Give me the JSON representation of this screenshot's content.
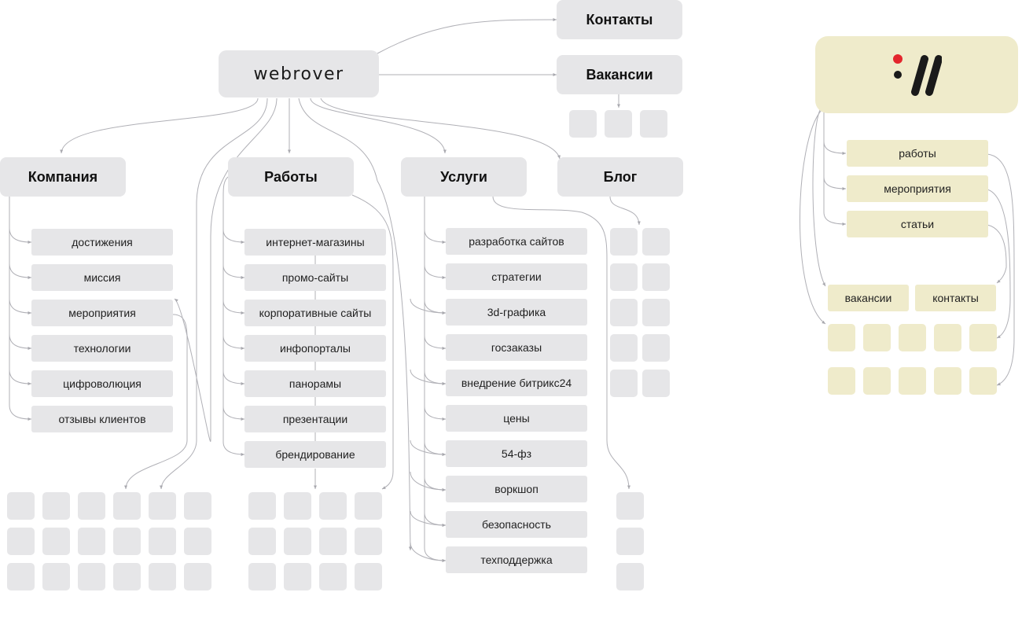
{
  "root": {
    "logo": "webrover"
  },
  "top_right": {
    "contacts": "Контакты",
    "vacancies": "Вакансии"
  },
  "columns": {
    "company": {
      "title": "Компания",
      "items": [
        "достижения",
        "миссия",
        "мероприятия",
        "технологии",
        "цифроволюция",
        "отзывы клиентов"
      ]
    },
    "works": {
      "title": "Работы",
      "items": [
        "интернет-магазины",
        "промо-сайты",
        "корпоративные сайты",
        "инфопорталы",
        "панорамы",
        "презентации",
        "брендирование"
      ]
    },
    "services": {
      "title": "Услуги",
      "items": [
        "разработка сайтов",
        "стратегии",
        "3d-графика",
        "госзаказы",
        "внедрение битрикс24",
        "цены",
        "54-фз",
        "воркшоп",
        "безопасность",
        "техподдержка"
      ]
    },
    "blog": {
      "title": "Блог"
    }
  },
  "brand_panel": {
    "logo_icon": "brand-mark-icon",
    "accent_color": "#e3262d",
    "items": [
      "работы",
      "мероприятия",
      "статьи"
    ],
    "sub_items": [
      "вакансии",
      "контакты"
    ]
  },
  "colors": {
    "box": "#e6e6e8",
    "cream": "#efebcb",
    "wire": "#a8a8ae"
  }
}
